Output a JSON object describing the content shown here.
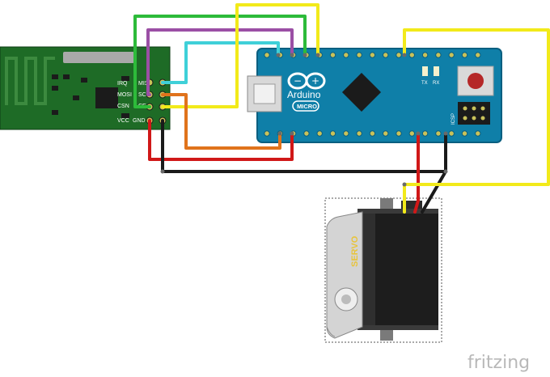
{
  "colors": {
    "background": "#ffffff",
    "nrf_board": "#1e6b26",
    "nrf_board_dark": "#14521b",
    "arduino_board": "#0f7fa8",
    "arduino_dark": "#0a5f80",
    "pin_gold": "#c9c25a",
    "wire_green": "#2dbb3a",
    "wire_purple": "#9b4fa5",
    "wire_cyan": "#3fd0d8",
    "wire_yellow": "#f2ea1a",
    "wire_orange": "#e0731c",
    "wire_red": "#d01818",
    "wire_black": "#1a1a1a",
    "servo_body": "#2b2b2b",
    "servo_label": "#e8c43a",
    "chip": "#1b1b1b",
    "reset_button": "#b52828"
  },
  "nrf_module": {
    "pins_left": [
      "IRQ",
      "MOSI",
      "CSN",
      "VCC"
    ],
    "pins_right": [
      "MISO",
      "SCK",
      "CE",
      "GND"
    ]
  },
  "arduino": {
    "name": "Arduino",
    "model": "MICRO",
    "tx_label": "TX",
    "rx_label": "RX",
    "header_label": "ICSP"
  },
  "servo": {
    "label": "SERVO"
  },
  "watermark": {
    "text": "fritzing"
  }
}
